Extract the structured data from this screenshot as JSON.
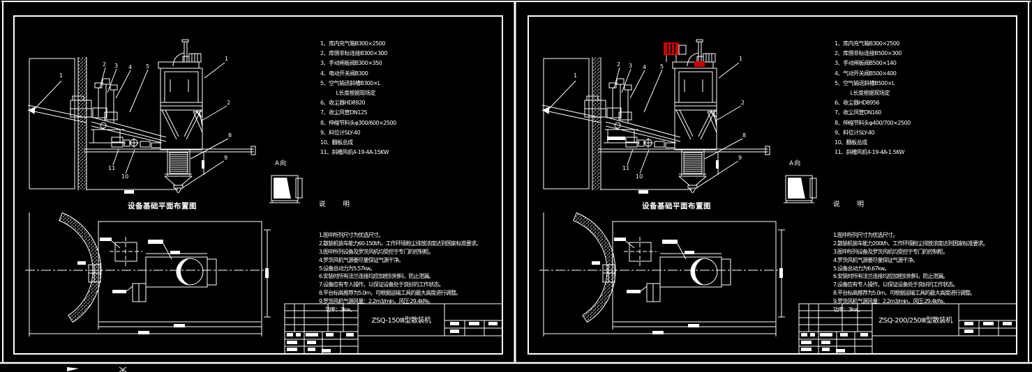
{
  "canvas": {
    "background": "#000000",
    "line_color": "#ffffff",
    "accent_red": "#cc0000"
  },
  "sheets": [
    {
      "parts_list": {
        "items": [
          "1、库内充气箱B300×2500",
          "2、库侧非标连接B300×300",
          "3、手动闸板阀B300×350",
          "4、电动开关阀B300",
          "5、空气输送斜槽B300×L",
          "　　　L长度根据现场定",
          "6、收尘器HD8920",
          "7、收尘风管DN125",
          "8、伸缩节料头φ300/600×2500",
          "9、料位计SLY-40",
          "10、翻板总成",
          "11、斜槽风机4-19-4A-15KW"
        ]
      },
      "view_label": "A向",
      "plan_title": "设备基础平面布置图",
      "notes": {
        "title": "说　　明",
        "lines": [
          "1.图中所列尺寸为优选尺寸。",
          "2.散装机装车能力60-150t/h，工作环境粉尘排放浓度达到国家标准要求。",
          "3.图中所列设备及罗茨风机均受控于专门的控制柜。",
          "4.罗茨风机气源要尽量保证气源干净。",
          "5.设备总动力为5.57kw。",
          "6.安装时所有法兰连接均应加密封材料，防止泄漏。",
          "7.设备应有专人操作，以保证设备处于良好的工作状态。",
          "8.平台标高推荐为5.0m，可根据运输工具的最大高度进行调整。",
          "9.罗茨风机气源风量：2.2m3/min，风压:29.4kPa，",
          "　 功率：3kw。"
        ]
      },
      "title_block": {
        "model": "ZSQ-150Ⅲ型散装机"
      },
      "leader_labels": [
        "1",
        "2",
        "3",
        "4",
        "5",
        "1",
        "2",
        "8",
        "9",
        "11",
        "10"
      ]
    },
    {
      "parts_list": {
        "items": [
          "1、库内充气箱B300×2500",
          "2、库侧非标连接B500×300",
          "3、手动闸板阀B500×140",
          "4、气动开关阀B500×400",
          "5、空气输送斜槽B500×L",
          "　　　L长度根据现场定",
          "6、收尘器HD8956",
          "7、收尘风管DN160",
          "8、伸缩节料头φ400/700×2500",
          "9、料位计SLY-40",
          "10、翻板总成",
          "11、斜槽风机4-19-4A-1.5KW"
        ]
      },
      "view_label": "A向",
      "plan_title": "设备基础平面布置图",
      "notes": {
        "title": "说　　明",
        "lines": [
          "1.图中所列尺寸为优选尺寸。",
          "2.散装机装车能力200t/h，工作环境粉尘排放浓度达到国家标准要求。",
          "3.图中所列设备及罗茨风机均受控于专门的控制柜。",
          "4.罗茨风机气源要尽量保证气源干净。",
          "5.设备总动力为6.67kw。",
          "6.安装时所有法兰连接均应加密封材料，防止泄漏。",
          "7.设备应有专人操作，以保证设备处于良好的工作状态。",
          "8.平台标高推荐为5.0m，可根据运输工具的最大高度进行调整。",
          "9.罗茨风机气源风量：2.2m3/min，风压:29.4kPa，",
          "功率：3kw。"
        ]
      },
      "title_block": {
        "model": "ZSQ-200/250Ⅲ型散装机"
      },
      "leader_labels": [
        "1",
        "2",
        "3",
        "4",
        "5",
        "1",
        "2",
        "8",
        "9",
        "11",
        "10"
      ]
    }
  ]
}
